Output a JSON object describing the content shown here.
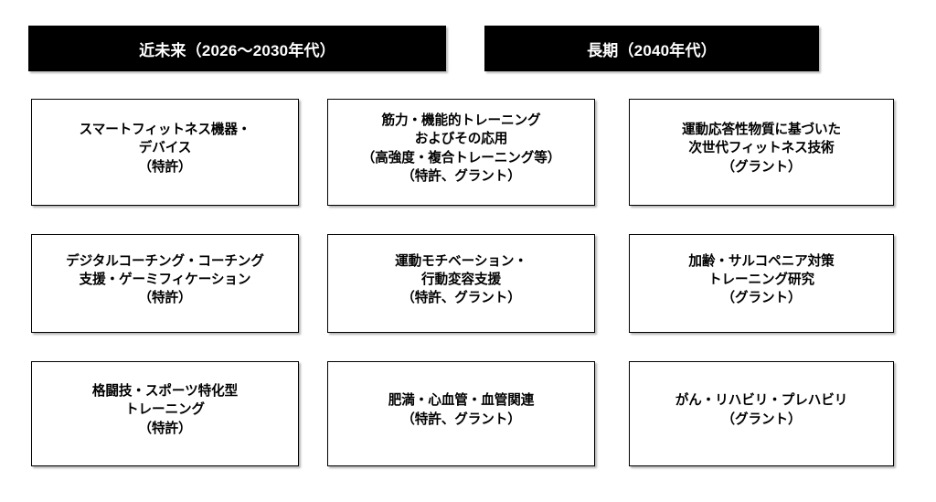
{
  "slide": {
    "background_color": "#ffffff",
    "accent_color": "#000000"
  },
  "headers": [
    {
      "id": "near-future",
      "label": "近未来（2026～2030年代）",
      "color": "#ffffff",
      "background": "#000000"
    },
    {
      "id": "long-term",
      "label": "長期（2040年代）",
      "color": "#ffffff",
      "background": "#000000"
    }
  ],
  "columns": [
    {
      "id": "column-1",
      "header_id": "near-future",
      "cards": [
        {
          "id": "card-1-1",
          "text": "スマートフィットネス機器・\nデバイス\n（特許）"
        },
        {
          "id": "card-1-2",
          "text": "デジタルコーチング・コーチング\n支援・ゲーミフィケーション\n（特許）"
        },
        {
          "id": "card-1-3",
          "text": "格闘技・スポーツ特化型\nトレーニング\n（特許）"
        }
      ]
    },
    {
      "id": "column-2",
      "header_id": "near-future",
      "cards": [
        {
          "id": "card-2-1",
          "text": "筋力・機能的トレーニング\nおよびその応用\n（高強度・複合トレーニング等）\n（特許、グラント）"
        },
        {
          "id": "card-2-2",
          "text": "運動モチベーション・\n行動変容支援\n（特許、グラント）"
        },
        {
          "id": "card-2-3",
          "text": "肥満・心血管・血管関連\n（特許、グラント）"
        }
      ]
    },
    {
      "id": "column-3",
      "header_id": "long-term",
      "cards": [
        {
          "id": "card-3-1",
          "text": "運動応答性物質に基づいた\n次世代フィットネス技術\n（グラント）"
        },
        {
          "id": "card-3-2",
          "text": "加齢・サルコペニア対策\nトレーニング研究\n（グラント）"
        },
        {
          "id": "card-3-3",
          "text": "がん・リハビリ・プレハビリ\n（グラント）"
        }
      ]
    }
  ]
}
